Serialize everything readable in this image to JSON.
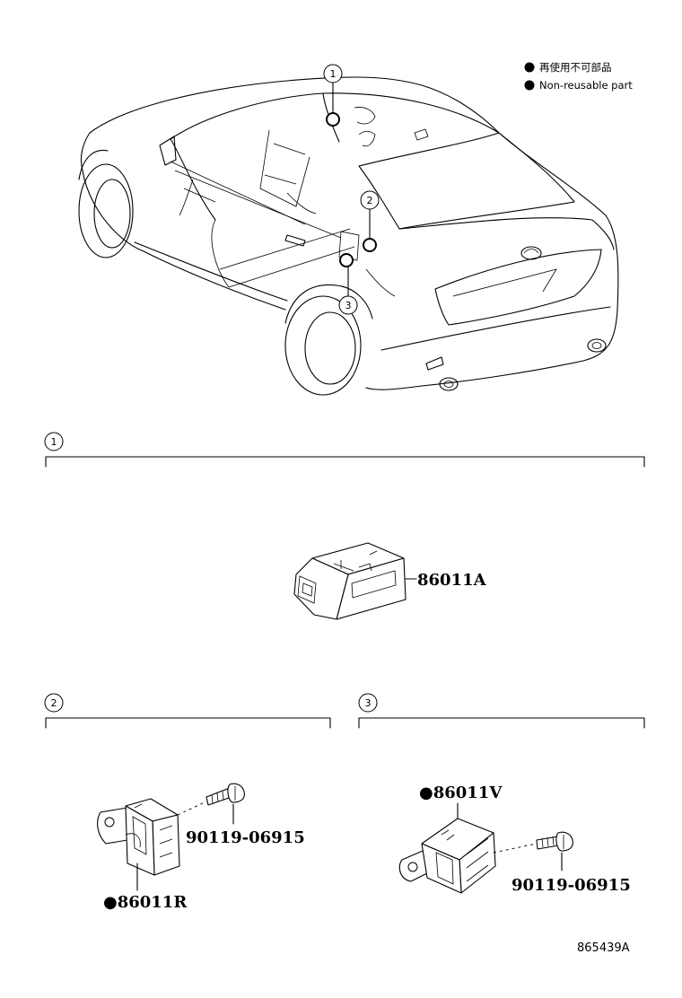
{
  "legend": {
    "dot_color": "#000000",
    "line_ja": "再使用不可部品",
    "line_en": "Non-reusable part"
  },
  "callouts": {
    "c1": "1",
    "c2": "2",
    "c3": "3"
  },
  "sections": {
    "s1": {
      "number": "1",
      "parts": {
        "main": "86011A"
      }
    },
    "s2": {
      "number": "2",
      "parts": {
        "bolt": "90119-06915",
        "main": "●86011R"
      }
    },
    "s3": {
      "number": "3",
      "parts": {
        "main": "●86011V",
        "bolt": "90119-06915"
      }
    }
  },
  "footer": {
    "code": "865439A"
  }
}
